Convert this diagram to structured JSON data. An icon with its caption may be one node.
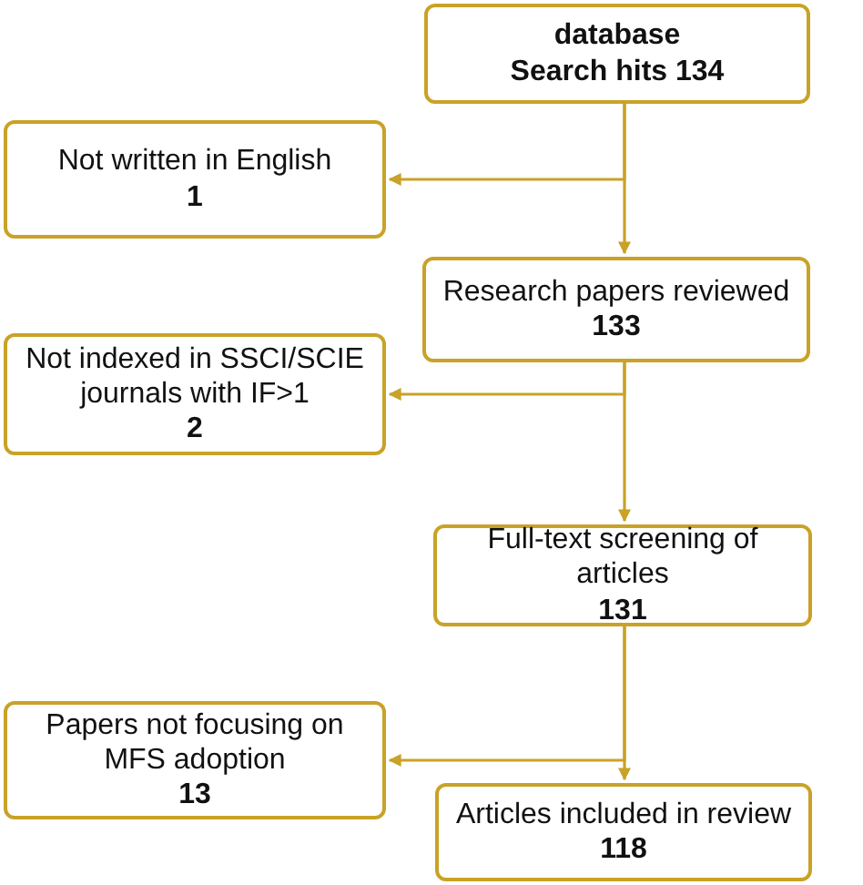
{
  "diagram": {
    "nodes": [
      {
        "text": [
          "database",
          "Search hits **134**"
        ]
      },
      {
        "text": [
          "Not written in English",
          "1"
        ]
      },
      {
        "text": [
          "Research papers reviewed",
          "133"
        ]
      },
      {
        "text": [
          "Not indexed in SSCI/SCIE journals with IF>1",
          "2"
        ]
      },
      {
        "text": [
          "Full-text screening of articles",
          "131"
        ]
      },
      {
        "text": [
          "Papers not focusing on MFS adoption",
          "13"
        ]
      },
      {
        "text": [
          "Articles included in review",
          "118"
        ]
      }
    ],
    "edges": [
      {
        "from": 0,
        "to": 2,
        "arrow": "to"
      },
      {
        "from": 0,
        "to": 1,
        "arrow": "to"
      },
      {
        "from": 2,
        "to": 4,
        "arrow": "to"
      },
      {
        "from": 2,
        "to": 3,
        "arrow": "to"
      },
      {
        "from": 4,
        "to": 6,
        "arrow": "to"
      },
      {
        "from": 4,
        "to": 5,
        "arrow": "to"
      }
    ]
  }
}
